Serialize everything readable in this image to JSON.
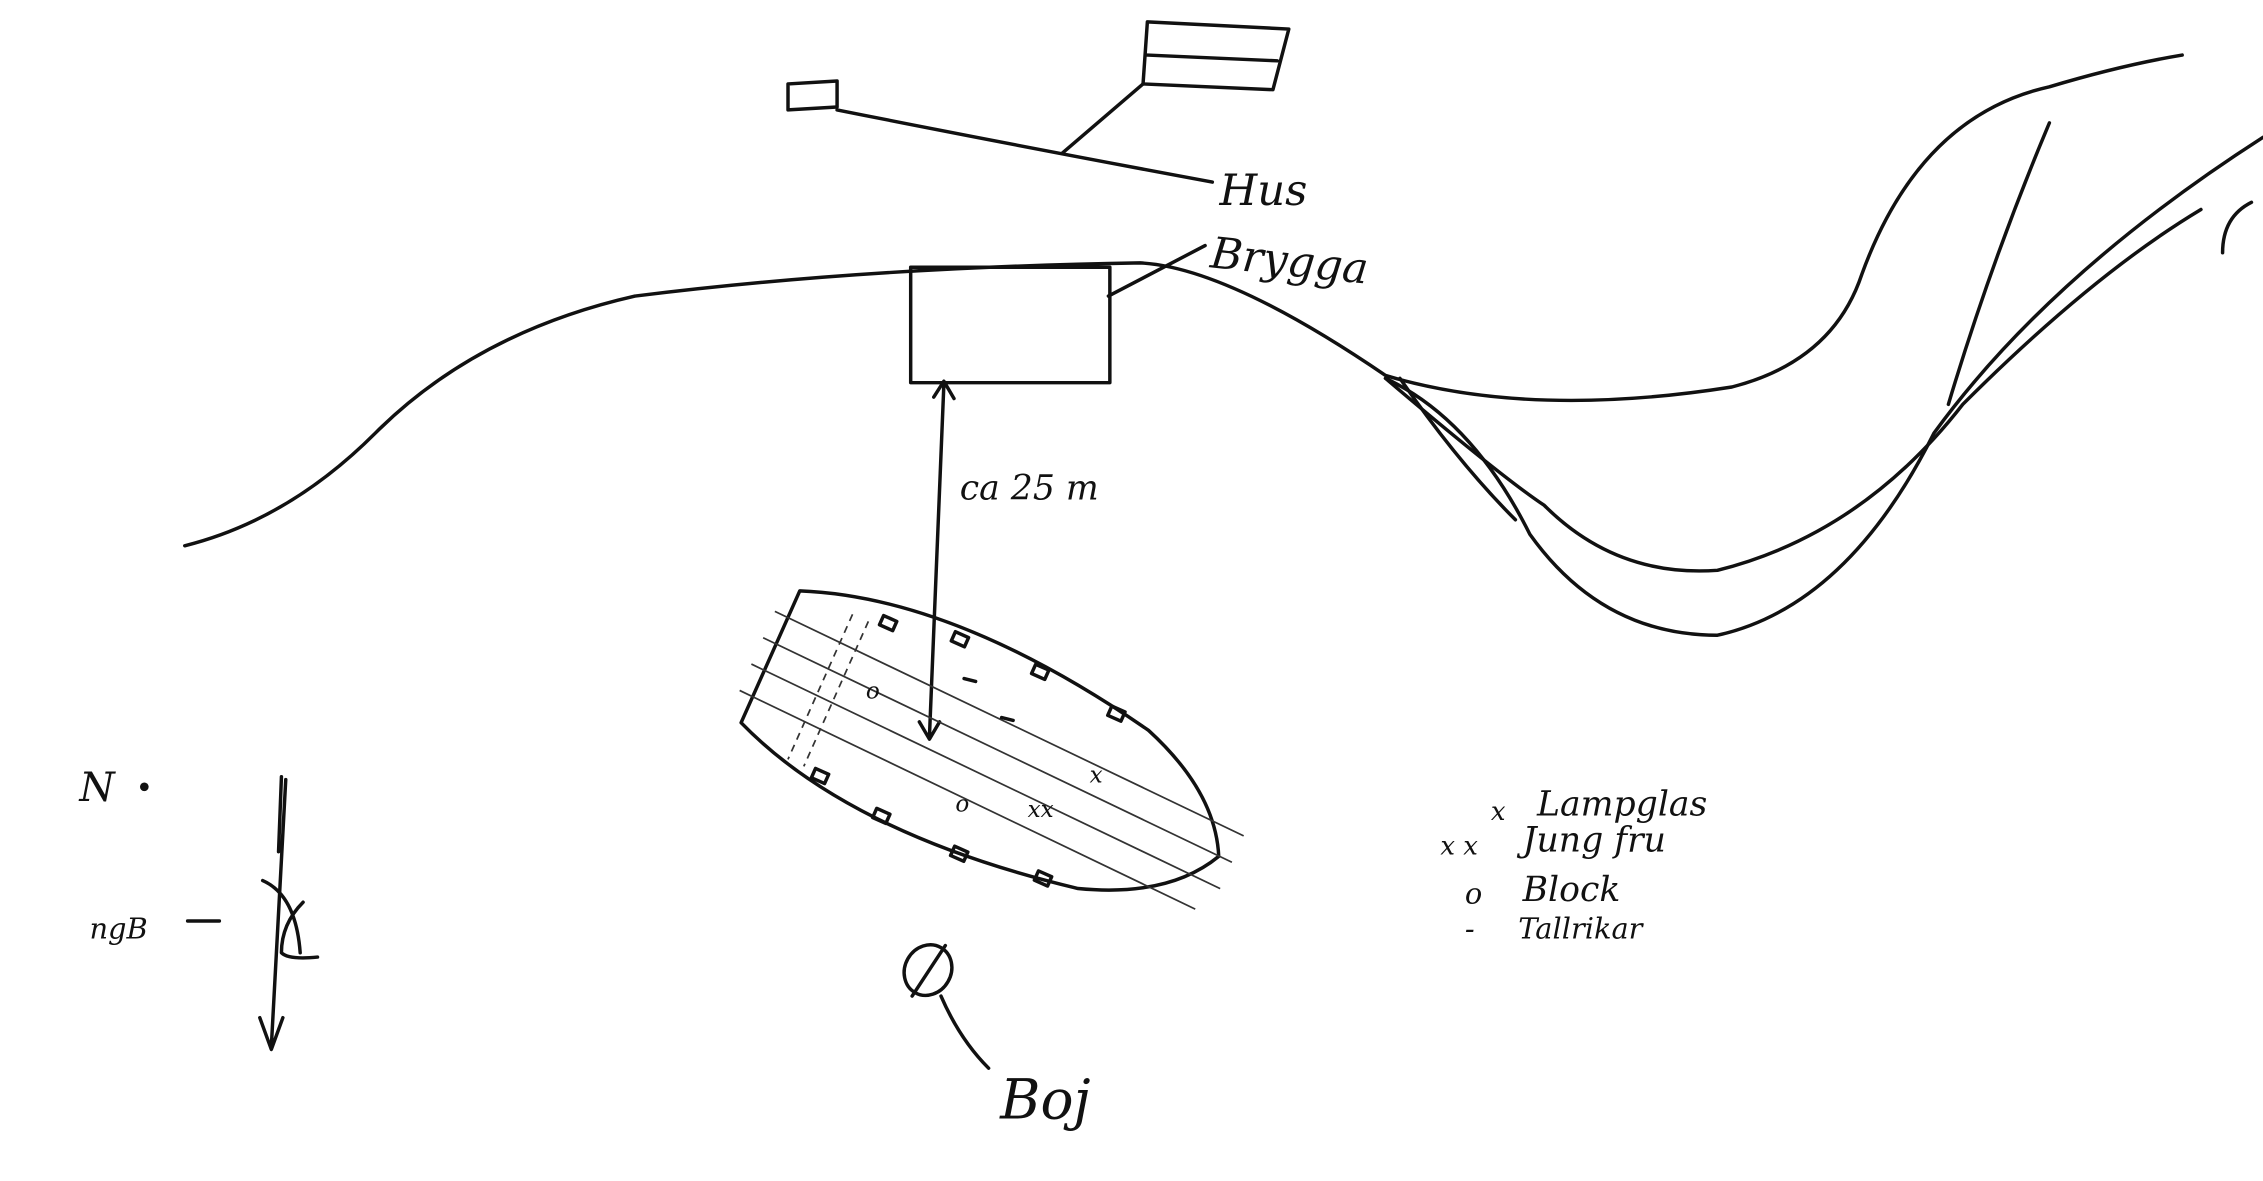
{
  "labels": {
    "house": "Hus",
    "jetty": "Brygga",
    "distance": "ca 25 m",
    "buoy": "Boj",
    "north": "N",
    "scribble": "ngB"
  },
  "legend": [
    {
      "symbol": "x",
      "label": "Lampglas"
    },
    {
      "symbol": "x x",
      "label": "Jung fru"
    },
    {
      "symbol": "o",
      "label": "Block"
    },
    {
      "symbol": "-",
      "label": "Tallrikar"
    }
  ],
  "colors": {
    "ink": "#111111",
    "paper": "#ffffff"
  }
}
